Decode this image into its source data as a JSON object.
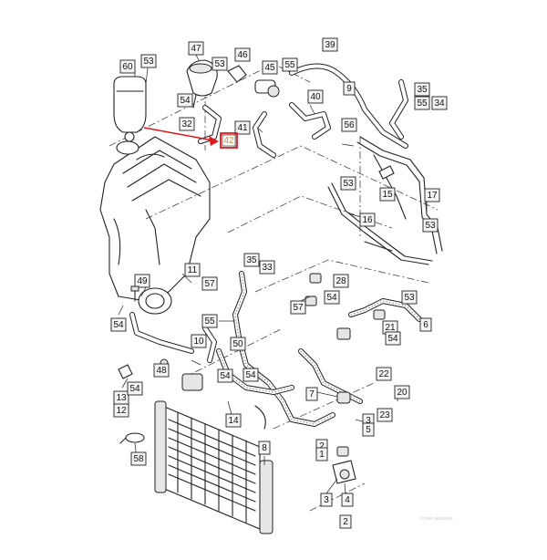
{
  "diagram": {
    "highlight": {
      "label": "42",
      "color": "#e0191c",
      "text_color": "#d08a2a"
    },
    "callouts": [
      "60",
      "53",
      "47",
      "46",
      "53",
      "45",
      "55",
      "39",
      "54",
      "9",
      "35",
      "55",
      "34",
      "32",
      "41",
      "40",
      "56",
      "42",
      "53",
      "17",
      "15",
      "16",
      "53",
      "11",
      "35",
      "33",
      "57",
      "49",
      "28",
      "57",
      "54",
      "53",
      "55",
      "54",
      "21",
      "54",
      "6",
      "54",
      "50",
      "10",
      "54",
      "13",
      "48",
      "12",
      "54",
      "14",
      "7",
      "22",
      "20",
      "3",
      "23",
      "2",
      "1",
      "8",
      "58",
      "3",
      "4",
      "2",
      "5"
    ],
    "legend_extra": [
      "35",
      "55"
    ],
    "watermark": "© part catalogue"
  }
}
